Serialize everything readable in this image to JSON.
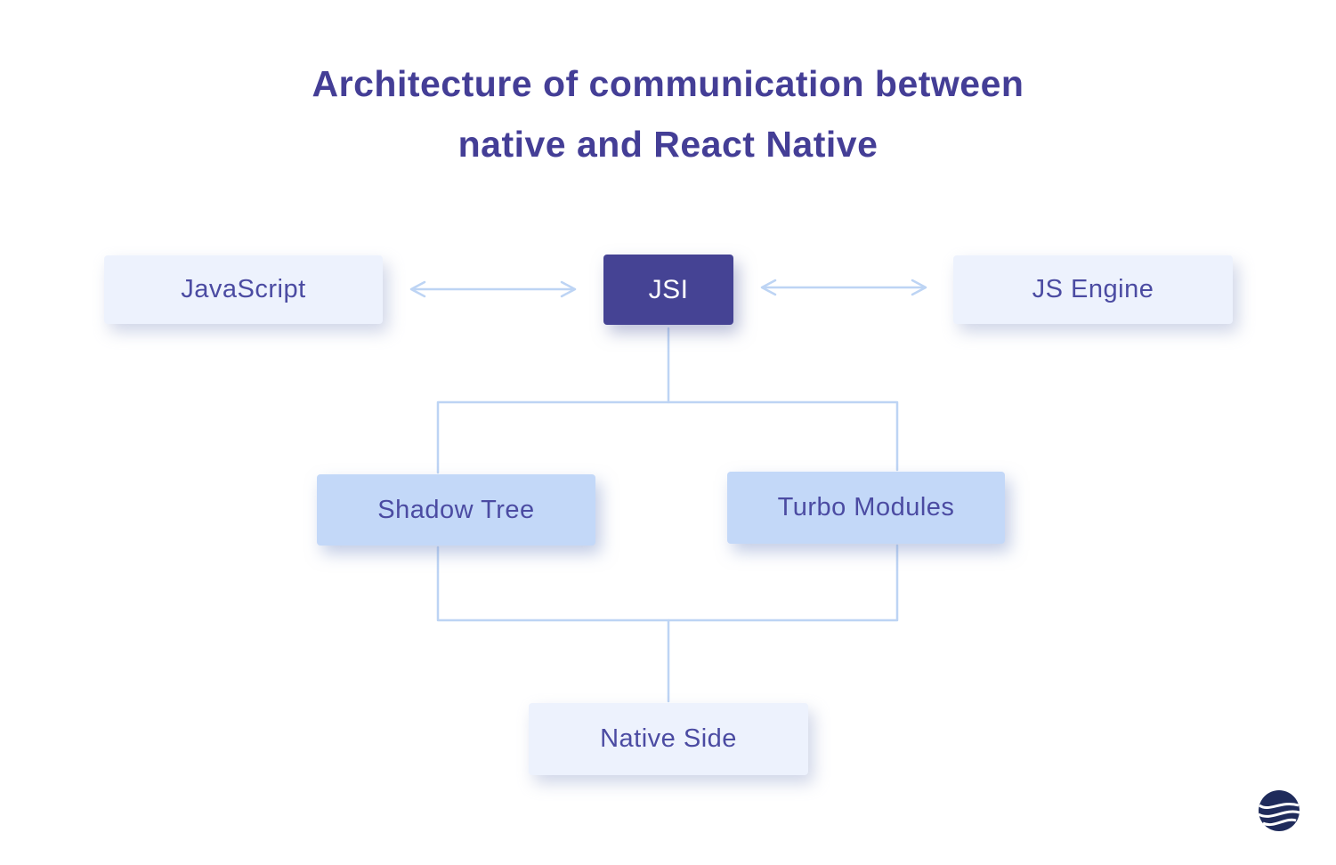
{
  "title": {
    "line1": "Architecture of communication between",
    "line2": "native and React Native"
  },
  "nodes": {
    "javascript": {
      "label": "JavaScript"
    },
    "jsi": {
      "label": "JSI"
    },
    "js_engine": {
      "label": "JS Engine"
    },
    "shadow_tree": {
      "label": "Shadow Tree"
    },
    "turbo_modules": {
      "label": "Turbo Modules"
    },
    "native_side": {
      "label": "Native Side"
    }
  },
  "connections": [
    {
      "from": "JavaScript",
      "to": "JSI",
      "type": "bidirectional-arrow"
    },
    {
      "from": "JSI",
      "to": "JS Engine",
      "type": "bidirectional-arrow"
    },
    {
      "from": "JSI",
      "to": "Shadow Tree",
      "type": "line"
    },
    {
      "from": "JSI",
      "to": "Turbo Modules",
      "type": "line"
    },
    {
      "from": "Shadow Tree",
      "to": "Native Side",
      "type": "line"
    },
    {
      "from": "Turbo Modules",
      "to": "Native Side",
      "type": "line"
    }
  ],
  "colors": {
    "title_text": "#443e96",
    "light_box_bg": "#edf2fd",
    "dark_box_bg": "#454394",
    "blue_box_bg": "#c3d8f8",
    "box_text": "#4b4ba2",
    "dark_box_text": "#ffffff",
    "connector": "#bdd4f4",
    "logo": "#1f2b5b"
  }
}
